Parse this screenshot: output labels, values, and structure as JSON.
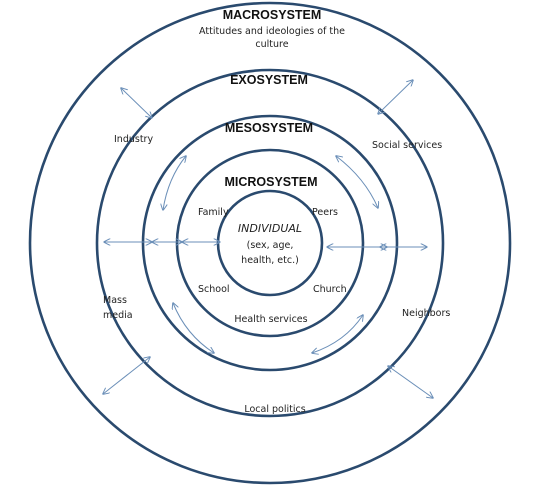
{
  "rings": {
    "macro": {
      "title": "MACROSYSTEM",
      "desc_line1": "Attitudes and ideologies of the",
      "desc_line2": "culture"
    },
    "exo": {
      "title": "EXOSYSTEM"
    },
    "meso": {
      "title": "MESOSYSTEM"
    },
    "micro": {
      "title": "MICROSYSTEM"
    },
    "individual": {
      "title": "INDIVIDUAL",
      "line2": "(sex, age,",
      "line3": "health, etc.)"
    }
  },
  "labels": {
    "industry": "Industry",
    "social_services": "Social services",
    "mass_media_1": "Mass",
    "mass_media_2": "media",
    "neighbors": "Neighbors",
    "local_politics": "Local politics",
    "family": "Family",
    "peers": "Peers",
    "school": "School",
    "church": "Church",
    "health_services": "Health services"
  },
  "colors": {
    "ring": "#2a4a6e",
    "arrow": "#6b8fb8"
  }
}
